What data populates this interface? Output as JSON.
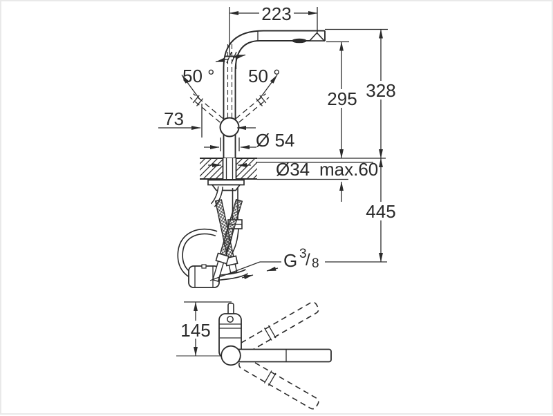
{
  "diagram": {
    "dimensions": {
      "spout_reach": "223",
      "swivel_angle_left": "50 °",
      "swivel_angle_right": "50 °",
      "lever_projection": "73",
      "body_diameter": "Ø 54",
      "spout_height": "295",
      "total_height": "328",
      "hole_diameter": "Ø34",
      "max_deck_thickness": "max.60",
      "hose_length_below": "445",
      "top_view_depth": "145"
    },
    "thread_label": {
      "prefix": "G",
      "numerator": "3",
      "slash": "/",
      "denominator": "8"
    },
    "colors": {
      "line": "#2b2b2b",
      "background": "#ffffff"
    }
  }
}
